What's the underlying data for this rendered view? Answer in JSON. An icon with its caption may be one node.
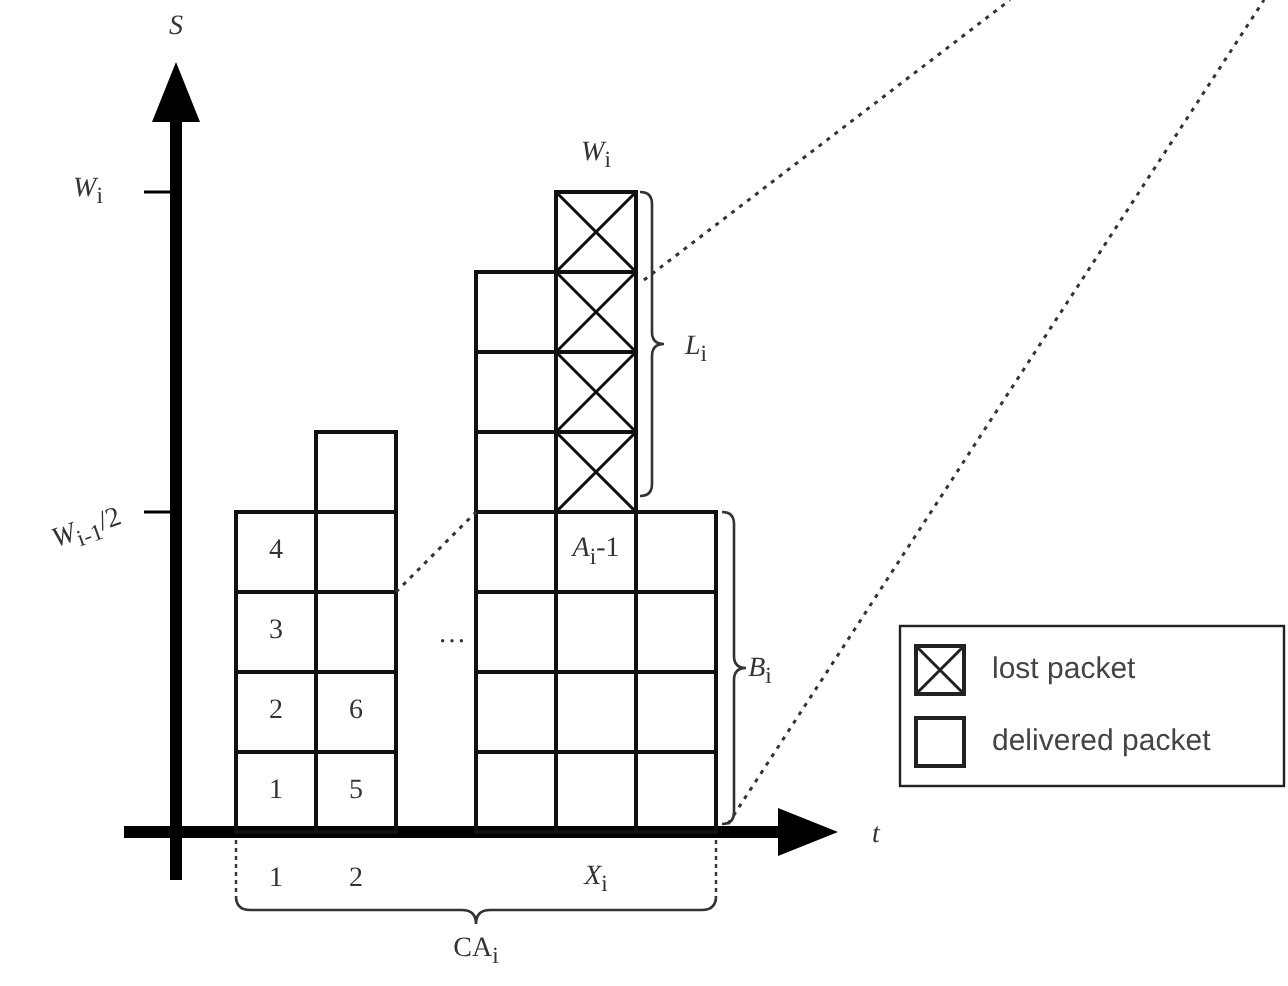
{
  "diagram": {
    "nodes": [
      {
        "text": [
          "1"
        ]
      },
      {
        "text": [
          "2"
        ]
      },
      {
        "text": [
          "3"
        ]
      },
      {
        "text": [
          "4"
        ]
      },
      {
        "text": [
          "5"
        ]
      },
      {
        "text": [
          "6"
        ]
      },
      {
        "text": [
          "*A*$_{i}$-1"
        ]
      }
    ],
    "edges": [],
    "labels": [
      "*S*",
      "*W*$_{i}$",
      "*W*$_{i-1}$/2",
      "*W*$_{i}$",
      "*L*$_{i}$",
      "…",
      "*B*$_{i}$",
      "*t*",
      "1",
      "2",
      "*X*$_{i}$",
      "CA$_{i}$"
    ],
    "legend": [
      {
        "text": "lost packet"
      },
      {
        "text": "delivered packet"
      }
    ]
  }
}
